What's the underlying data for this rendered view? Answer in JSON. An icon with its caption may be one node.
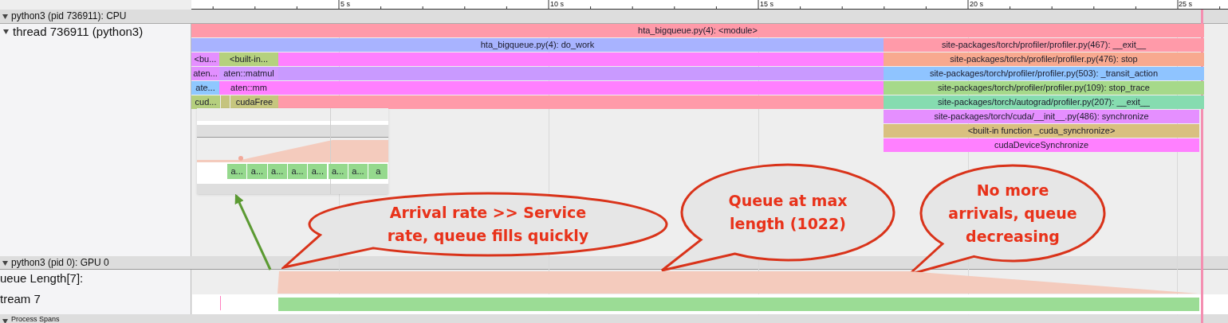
{
  "diagram": {
    "nodes": [
      {
        "text": [
          "hta_bigqueue.py(4): <module>"
        ]
      },
      {
        "text": [
          "hta_bigqueue.py(4): do_work"
        ]
      },
      {
        "text": [
          "site-packages/torch/profiler/profiler.py(467): __exit__"
        ]
      },
      {
        "text": [
          "<bu..."
        ]
      },
      {
        "text": [
          "<built-in..."
        ]
      },
      {
        "text": [],
        "shape": "bar"
      },
      {
        "text": [
          "site-packages/torch/profiler/profiler.py(476): stop"
        ]
      },
      {
        "text": [
          "aten..."
        ]
      },
      {
        "text": [
          "aten::matmul"
        ]
      },
      {
        "text": [],
        "shape": "bar"
      },
      {
        "text": [
          "site-packages/torch/profiler/profiler.py(503): _transit_action"
        ]
      },
      {
        "text": [
          "ate..."
        ]
      },
      {
        "text": [
          "aten::mm"
        ]
      },
      {
        "text": [],
        "shape": "bar"
      },
      {
        "text": [
          "site-packages/torch/profiler/profiler.py(109): stop_trace"
        ]
      },
      {
        "text": [
          "cud..."
        ]
      },
      {
        "text": [],
        "shape": "bar"
      },
      {
        "text": [
          "cudaFree"
        ]
      },
      {
        "text": [],
        "shape": "bar"
      },
      {
        "text": [
          "site-packages/torch/autograd/profiler.py(207): __exit__"
        ]
      },
      {
        "text": [
          "site-packages/torch/cuda/__init__.py(486): synchronize"
        ]
      },
      {
        "text": [
          "<built-in function _cuda_synchronize>"
        ]
      },
      {
        "text": [
          "cudaDeviceSynchronize"
        ]
      },
      {
        "text": [],
        "shape": "box"
      },
      {
        "text": [
          "a..."
        ],
        "in": 23
      },
      {
        "text": [
          "a..."
        ],
        "in": 23
      },
      {
        "text": [
          "a..."
        ],
        "in": 23
      },
      {
        "text": [
          "a..."
        ],
        "in": 23
      },
      {
        "text": [
          "a..."
        ],
        "in": 23
      },
      {
        "text": [
          "a..."
        ],
        "in": 23
      },
      {
        "text": [
          "a..."
        ],
        "in": 23
      },
      {
        "text": [
          "a"
        ],
        "in": 23
      },
      {
        "text": [
          "Arrival rate >> Service rate, queue fills quickly"
        ]
      },
      {
        "text": [
          "Queue at max length (1022)"
        ]
      },
      {
        "text": [
          "No more arrivals, queue decreasing"
        ]
      },
      {
        "text": [],
        "shape": "chart"
      }
    ],
    "edges": [
      {
        "from": 35,
        "to": 23,
        "arrow": "to",
        "color": "#5b9a32"
      }
    ],
    "labels": [
      "5 s",
      "10 s",
      "15 s",
      "20 s",
      "25 s",
      "python3 (pid 736911): CPU",
      "thread 736911 (python3)",
      "python3 (pid 0): GPU 0",
      "ueue Length[7]:",
      "tream 7",
      "Process Spans"
    ]
  }
}
